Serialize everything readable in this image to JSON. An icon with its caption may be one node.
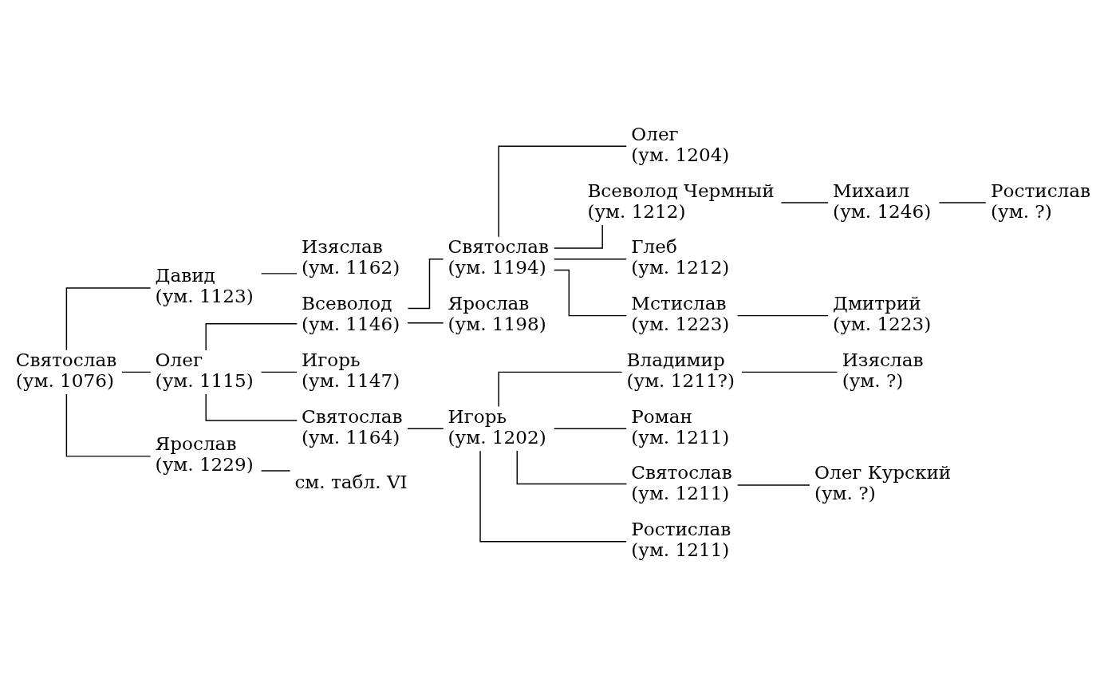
{
  "diagram": {
    "nodes": [
      {
        "text": [
          "Святослав",
          "(ум. 1076)"
        ]
      },
      {
        "text": [
          "Давид",
          "(ум. 1123)"
        ]
      },
      {
        "text": [
          "Олег",
          "(ум. 1115)"
        ]
      },
      {
        "text": [
          "Ярослав",
          "(ум. 1229)"
        ]
      },
      {
        "text": [
          "Изяслав",
          "(ум. 1162)"
        ]
      },
      {
        "text": [
          "Всеволод",
          "(ум. 1146)"
        ]
      },
      {
        "text": [
          "Игорь",
          "(ум. 1147)"
        ]
      },
      {
        "text": [
          "Святослав",
          "(ум. 1164)"
        ]
      },
      {
        "text": [
          "см. табл. VI"
        ]
      },
      {
        "text": [
          "Святослав",
          "(ум. 1194)"
        ]
      },
      {
        "text": [
          "Ярослав",
          "(ум. 1198)"
        ]
      },
      {
        "text": [
          "Игорь",
          "(ум. 1202)"
        ]
      },
      {
        "text": [
          "Олег",
          "(ум. 1204)"
        ]
      },
      {
        "text": [
          "Всеволод Чермный",
          "(ум. 1212)"
        ]
      },
      {
        "text": [
          "Глеб",
          "(ум. 1212)"
        ]
      },
      {
        "text": [
          "Мстислав",
          "(ум. 1223)"
        ]
      },
      {
        "text": [
          "Владимир",
          "(ум. 1211?)"
        ]
      },
      {
        "text": [
          "Роман",
          "(ум. 1211)"
        ]
      },
      {
        "text": [
          "Святослав",
          "(ум. 1211)"
        ]
      },
      {
        "text": [
          "Ростислав",
          "(ум. 1211)"
        ]
      },
      {
        "text": [
          "Михаил",
          "(ум. 1246)"
        ]
      },
      {
        "text": [
          "Дмитрий",
          "(ум. 1223)"
        ]
      },
      {
        "text": [
          "Изяслав",
          "(ум. ?)"
        ]
      },
      {
        "text": [
          "Олег Курский",
          "(ум. ?)"
        ]
      },
      {
        "text": [
          "Ростислав",
          "(ум. ?)"
        ]
      }
    ],
    "edges": [
      {
        "from": 0,
        "to": 1,
        "arrow": "none"
      },
      {
        "from": 0,
        "to": 2,
        "arrow": "none"
      },
      {
        "from": 0,
        "to": 3,
        "arrow": "none"
      },
      {
        "from": 1,
        "to": 4,
        "arrow": "none"
      },
      {
        "from": 2,
        "to": 5,
        "arrow": "none"
      },
      {
        "from": 2,
        "to": 6,
        "arrow": "none"
      },
      {
        "from": 2,
        "to": 7,
        "arrow": "none"
      },
      {
        "from": 3,
        "to": 8,
        "arrow": "none"
      },
      {
        "from": 5,
        "to": 9,
        "arrow": "none"
      },
      {
        "from": 5,
        "to": 10,
        "arrow": "none"
      },
      {
        "from": 7,
        "to": 11,
        "arrow": "none"
      },
      {
        "from": 9,
        "to": 12,
        "arrow": "none"
      },
      {
        "from": 9,
        "to": 13,
        "arrow": "none"
      },
      {
        "from": 9,
        "to": 14,
        "arrow": "none"
      },
      {
        "from": 9,
        "to": 15,
        "arrow": "none"
      },
      {
        "from": 11,
        "to": 16,
        "arrow": "none"
      },
      {
        "from": 11,
        "to": 17,
        "arrow": "none"
      },
      {
        "from": 11,
        "to": 18,
        "arrow": "none"
      },
      {
        "from": 11,
        "to": 19,
        "arrow": "none"
      },
      {
        "from": 13,
        "to": 20,
        "arrow": "none"
      },
      {
        "from": 15,
        "to": 21,
        "arrow": "none"
      },
      {
        "from": 16,
        "to": 22,
        "arrow": "none"
      },
      {
        "from": 18,
        "to": 23,
        "arrow": "none"
      },
      {
        "from": 20,
        "to": 24,
        "arrow": "none"
      }
    ]
  }
}
